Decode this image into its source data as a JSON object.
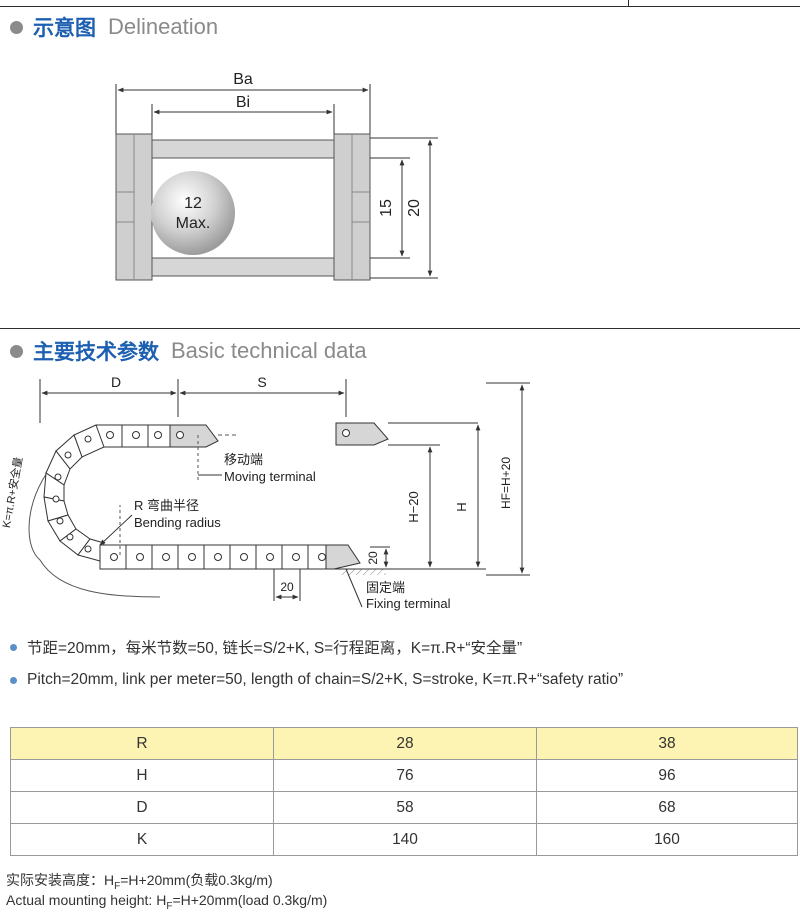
{
  "sections": {
    "delineation": {
      "title_cn": "示意图",
      "title_en": "Delineation"
    },
    "technical": {
      "title_cn": "主要技术参数",
      "title_en": "Basic technical data"
    }
  },
  "delineation_diagram": {
    "ba_label": "Ba",
    "bi_label": "Bi",
    "ball_line1": "12",
    "ball_line2": "Max.",
    "dim_15": "15",
    "dim_20": "20"
  },
  "technical_diagram": {
    "d_label": "D",
    "s_label": "S",
    "moving_cn": "移动端",
    "moving_en": "Moving terminal",
    "bending_cn": "R 弯曲半径",
    "bending_en": "Bending radius",
    "fixing_cn": "固定端",
    "fixing_en": "Fixing terminal",
    "k_formula": "K=π.R+安全量",
    "h_minus": "H−20",
    "h_label": "H",
    "hf_label": "HF=H+20",
    "dim_20_right": "20",
    "dim_20_bottom": "20"
  },
  "notes": {
    "cn": "节距=20mm，每米节数=50, 链长=S/2+K, S=行程距离，K=π.R+“安全量”",
    "en": "Pitch=20mm, link per meter=50, length of chain=S/2+K, S=stroke, K=π.R+“safety ratio”"
  },
  "table": {
    "rows": [
      {
        "label": "R",
        "v1": "28",
        "v2": "38"
      },
      {
        "label": "H",
        "v1": "76",
        "v2": "96"
      },
      {
        "label": "D",
        "v1": "58",
        "v2": "68"
      },
      {
        "label": "K",
        "v1": "140",
        "v2": "160"
      }
    ]
  },
  "footer": {
    "cn_prefix": "实际安装高度：H",
    "cn_sub": "F",
    "cn_suffix": "=H+20mm(负载0.3kg/m)",
    "en_prefix": "Actual mounting height: H",
    "en_sub": "F",
    "en_suffix": "=H+20mm(load 0.3kg/m)"
  }
}
